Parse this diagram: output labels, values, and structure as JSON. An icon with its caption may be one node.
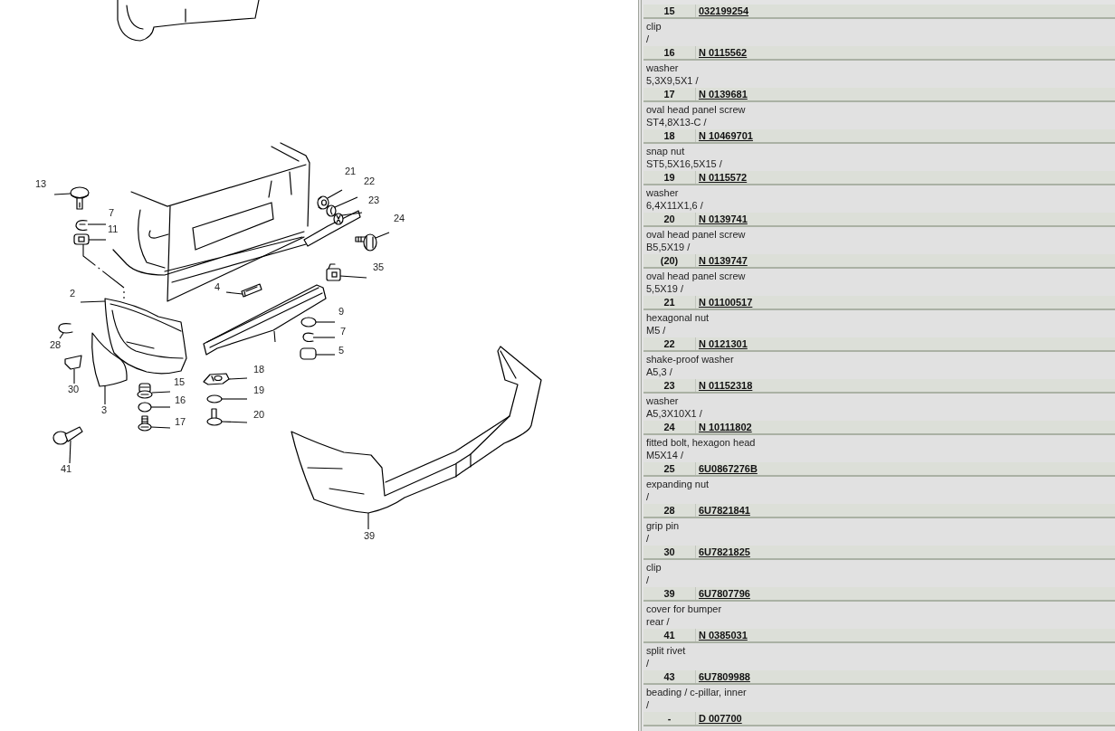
{
  "diagram": {
    "nodes": [
      {
        "text": [
          "21"
        ]
      },
      {
        "text": [
          "22"
        ]
      },
      {
        "text": [
          "13"
        ]
      },
      {
        "text": [
          "23"
        ]
      },
      {
        "text": [
          "7"
        ]
      },
      {
        "text": [
          "24"
        ]
      },
      {
        "text": [
          "11"
        ]
      },
      {
        "text": [
          "35"
        ]
      },
      {
        "text": [
          "4"
        ]
      },
      {
        "text": [
          "2"
        ]
      },
      {
        "text": [
          "9"
        ]
      },
      {
        "text": [
          "7"
        ]
      },
      {
        "text": [
          "28"
        ]
      },
      {
        "text": [
          "5"
        ]
      },
      {
        "text": [
          "18"
        ]
      },
      {
        "text": [
          "15"
        ]
      },
      {
        "text": [
          "30"
        ]
      },
      {
        "text": [
          "19"
        ]
      },
      {
        "text": [
          "16"
        ]
      },
      {
        "text": [
          "3"
        ]
      },
      {
        "text": [
          "20"
        ]
      },
      {
        "text": [
          "17"
        ]
      },
      {
        "text": [
          "41"
        ]
      },
      {
        "text": [
          "39"
        ]
      },
      {
        "text": [],
        "shape": "picture"
      },
      {
        "text": [],
        "shape": "picture"
      },
      {
        "text": [],
        "shape": "picture"
      },
      {
        "text": [],
        "shape": "picture"
      },
      {
        "text": [],
        "shape": "picture"
      },
      {
        "text": [],
        "shape": "picture"
      },
      {
        "text": [],
        "shape": "picture"
      },
      {
        "text": [],
        "shape": "picture"
      },
      {
        "text": [],
        "shape": "picture"
      },
      {
        "text": [],
        "shape": "picture"
      },
      {
        "text": [],
        "shape": "picture"
      },
      {
        "text": [],
        "shape": "picture"
      },
      {
        "text": [],
        "shape": "picture"
      },
      {
        "text": [],
        "shape": "picture"
      },
      {
        "text": [],
        "shape": "picture"
      },
      {
        "text": [],
        "shape": "picture"
      },
      {
        "text": [],
        "shape": "picture"
      },
      {
        "text": [],
        "shape": "picture"
      },
      {
        "text": [],
        "shape": "picture"
      },
      {
        "text": [],
        "shape": "picture"
      },
      {
        "text": [],
        "shape": "picture"
      },
      {
        "text": [],
        "shape": "picture"
      },
      {
        "text": [],
        "shape": "picture"
      },
      {
        "text": [],
        "shape": "picture"
      },
      {
        "text": [],
        "shape": "picture"
      }
    ],
    "edges": [
      {
        "from": 0,
        "to": 24,
        "arrow": "none"
      },
      {
        "from": 1,
        "to": 25,
        "arrow": "none"
      },
      {
        "from": 2,
        "to": 26,
        "arrow": "none"
      },
      {
        "from": 3,
        "to": 27,
        "arrow": "none"
      },
      {
        "from": 4,
        "to": 28,
        "arrow": "none"
      },
      {
        "from": 5,
        "to": 29,
        "arrow": "none"
      },
      {
        "from": 6,
        "to": 30,
        "arrow": "none"
      },
      {
        "from": 7,
        "to": 31,
        "arrow": "none"
      },
      {
        "from": 8,
        "to": 32,
        "arrow": "none"
      },
      {
        "from": 9,
        "to": 33,
        "arrow": "none"
      },
      {
        "from": 10,
        "to": 34,
        "arrow": "none"
      },
      {
        "from": 11,
        "to": 35,
        "arrow": "none"
      },
      {
        "from": 12,
        "to": 36,
        "arrow": "none"
      },
      {
        "from": 13,
        "to": 37,
        "arrow": "none"
      },
      {
        "from": 14,
        "to": 38,
        "arrow": "none"
      },
      {
        "from": 15,
        "to": 39,
        "arrow": "none"
      },
      {
        "from": 16,
        "to": 40,
        "arrow": "none"
      },
      {
        "from": 17,
        "to": 41,
        "arrow": "none"
      },
      {
        "from": 18,
        "to": 42,
        "arrow": "none"
      },
      {
        "from": 19,
        "to": 43,
        "arrow": "none"
      },
      {
        "from": 20,
        "to": 44,
        "arrow": "none"
      },
      {
        "from": 21,
        "to": 45,
        "arrow": "none"
      },
      {
        "from": 22,
        "to": 46,
        "arrow": "none"
      },
      {
        "from": 23,
        "to": 47,
        "arrow": "none"
      },
      {
        "from": null,
        "to": 48,
        "arrow": "none"
      },
      {
        "from": 30,
        "to": 33,
        "arrow": "none",
        "style": "dashed"
      }
    ],
    "labels": [
      "15",
      "032199254",
      "clip",
      "/",
      "16",
      "N 0115562",
      "washer",
      "5,3X9,5X1 /",
      "17",
      "N 0139681",
      "oval head panel screw",
      "ST4,8X13-C /",
      "18",
      "N 10469701",
      "snap nut",
      "ST5,5X16,5X15 /",
      "19",
      "N 0115572",
      "washer",
      "6,4X11X1,6 /",
      "20",
      "N 0139741",
      "oval head panel screw",
      "B5,5X19 /",
      "(20)",
      "N 0139747",
      "oval head panel screw",
      "5,5X19 /",
      "21",
      "N 01100517",
      "hexagonal nut",
      "M5 /",
      "22",
      "N 0121301",
      "shake-proof washer",
      "A5,3 /",
      "23",
      "N 01152318",
      "washer",
      "A5,3X10X1 /",
      "24",
      "N 10111802",
      "fitted bolt, hexagon head",
      "M5X14 /",
      "25",
      "6U0867276B",
      "expanding nut",
      "/",
      "28",
      "6U7821841",
      "grip pin",
      "/",
      "30",
      "6U7821825",
      "clip",
      "/",
      "39",
      "6U7807796",
      "cover for bumper",
      "rear /",
      "41",
      "N 0385031",
      "split rivet",
      "/",
      "43",
      "6U7809988",
      "beading / c-pillar, inner",
      "/",
      "-",
      "D 007700"
    ]
  }
}
